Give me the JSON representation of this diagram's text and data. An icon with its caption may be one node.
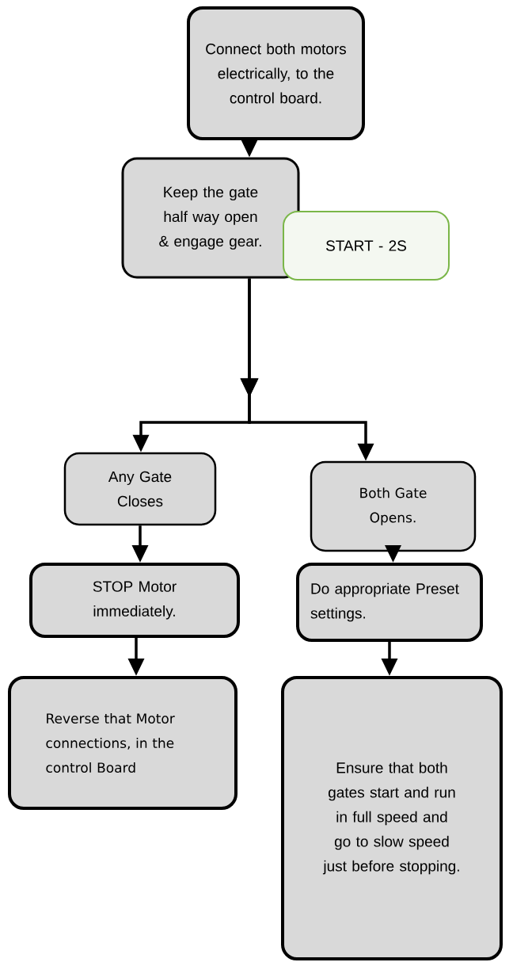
{
  "diagram": {
    "nodes": [
      {
        "text": [
          "Connect both motors electrically, to the control board."
        ]
      },
      {
        "text": [
          "Keep the gate half way open & engage gear."
        ]
      },
      {
        "text": [
          "START - 2S"
        ]
      },
      {
        "text": [
          "Any Gate Closes"
        ]
      },
      {
        "text": [
          "Both Gate Opens."
        ]
      },
      {
        "text": [
          "STOP Motor immediately."
        ]
      },
      {
        "text": [
          "Do appropriate Preset settings."
        ]
      },
      {
        "text": [
          "Reverse that Motor connections, in the control Board"
        ]
      },
      {
        "text": [
          "Ensure that both gates start and run in full speed and go to slow speed just before stopping."
        ]
      }
    ],
    "edges": [
      {
        "from": 0,
        "to": 1,
        "arrow": "to"
      },
      {
        "from": 1,
        "to": 3,
        "arrow": "to"
      },
      {
        "from": 1,
        "to": 4,
        "arrow": "to"
      },
      {
        "from": 3,
        "to": 5,
        "arrow": "to"
      },
      {
        "from": 4,
        "to": 6,
        "arrow": "to"
      },
      {
        "from": 5,
        "to": 7,
        "arrow": "to"
      },
      {
        "from": 6,
        "to": 8,
        "arrow": "to"
      }
    ]
  }
}
